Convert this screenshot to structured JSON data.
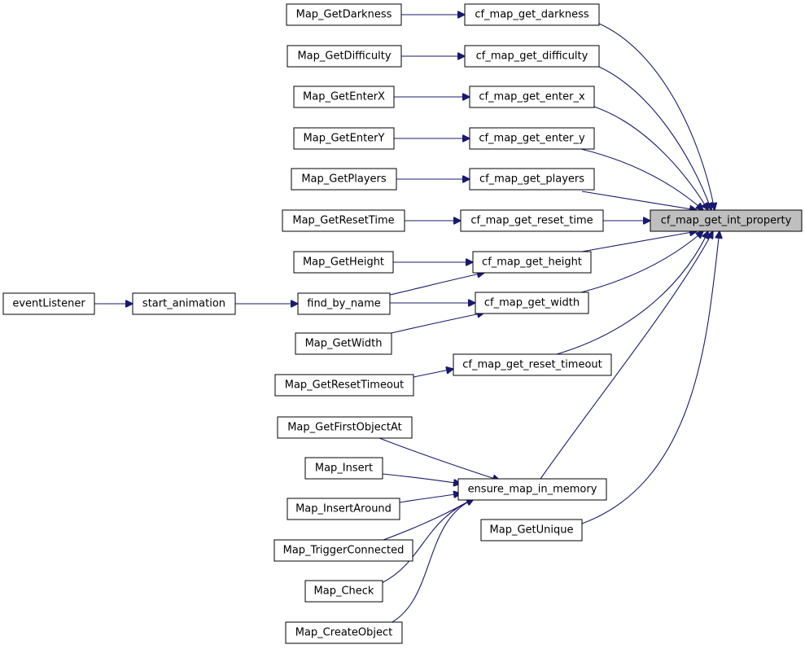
{
  "graph": {
    "root": "cf_map_get_int_property",
    "edge_color": "#191970",
    "root_fill": "#bfbfbf",
    "nodes": {
      "cf_map_get_int_property": "cf_map_get_int_property",
      "cf_map_get_darkness": "cf_map_get_darkness",
      "cf_map_get_difficulty": "cf_map_get_difficulty",
      "cf_map_get_enter_x": "cf_map_get_enter_x",
      "cf_map_get_enter_y": "cf_map_get_enter_y",
      "cf_map_get_players": "cf_map_get_players",
      "cf_map_get_reset_time": "cf_map_get_reset_time",
      "cf_map_get_height": "cf_map_get_height",
      "cf_map_get_width": "cf_map_get_width",
      "cf_map_get_reset_timeout": "cf_map_get_reset_timeout",
      "ensure_map_in_memory": "ensure_map_in_memory",
      "Map_GetUnique": "Map_GetUnique",
      "Map_GetDarkness": "Map_GetDarkness",
      "Map_GetDifficulty": "Map_GetDifficulty",
      "Map_GetEnterX": "Map_GetEnterX",
      "Map_GetEnterY": "Map_GetEnterY",
      "Map_GetPlayers": "Map_GetPlayers",
      "Map_GetResetTime": "Map_GetResetTime",
      "Map_GetHeight": "Map_GetHeight",
      "find_by_name": "find_by_name",
      "Map_GetWidth": "Map_GetWidth",
      "Map_GetResetTimeout": "Map_GetResetTimeout",
      "start_animation": "start_animation",
      "eventListener": "eventListener",
      "Map_GetFirstObjectAt": "Map_GetFirstObjectAt",
      "Map_Insert": "Map_Insert",
      "Map_InsertAround": "Map_InsertAround",
      "Map_TriggerConnected": "Map_TriggerConnected",
      "Map_Check": "Map_Check",
      "Map_CreateObject": "Map_CreateObject"
    },
    "edges": [
      [
        "Map_GetDarkness",
        "cf_map_get_darkness"
      ],
      [
        "Map_GetDifficulty",
        "cf_map_get_difficulty"
      ],
      [
        "Map_GetEnterX",
        "cf_map_get_enter_x"
      ],
      [
        "Map_GetEnterY",
        "cf_map_get_enter_y"
      ],
      [
        "Map_GetPlayers",
        "cf_map_get_players"
      ],
      [
        "Map_GetResetTime",
        "cf_map_get_reset_time"
      ],
      [
        "Map_GetHeight",
        "cf_map_get_height"
      ],
      [
        "find_by_name",
        "cf_map_get_height"
      ],
      [
        "find_by_name",
        "cf_map_get_width"
      ],
      [
        "Map_GetWidth",
        "cf_map_get_width"
      ],
      [
        "Map_GetResetTimeout",
        "cf_map_get_reset_timeout"
      ],
      [
        "start_animation",
        "find_by_name"
      ],
      [
        "eventListener",
        "start_animation"
      ],
      [
        "Map_GetFirstObjectAt",
        "ensure_map_in_memory"
      ],
      [
        "Map_Insert",
        "ensure_map_in_memory"
      ],
      [
        "Map_InsertAround",
        "ensure_map_in_memory"
      ],
      [
        "Map_TriggerConnected",
        "ensure_map_in_memory"
      ],
      [
        "Map_Check",
        "ensure_map_in_memory"
      ],
      [
        "Map_CreateObject",
        "ensure_map_in_memory"
      ],
      [
        "cf_map_get_darkness",
        "cf_map_get_int_property"
      ],
      [
        "cf_map_get_difficulty",
        "cf_map_get_int_property"
      ],
      [
        "cf_map_get_enter_x",
        "cf_map_get_int_property"
      ],
      [
        "cf_map_get_enter_y",
        "cf_map_get_int_property"
      ],
      [
        "cf_map_get_players",
        "cf_map_get_int_property"
      ],
      [
        "cf_map_get_reset_time",
        "cf_map_get_int_property"
      ],
      [
        "cf_map_get_height",
        "cf_map_get_int_property"
      ],
      [
        "cf_map_get_width",
        "cf_map_get_int_property"
      ],
      [
        "cf_map_get_reset_timeout",
        "cf_map_get_int_property"
      ],
      [
        "ensure_map_in_memory",
        "cf_map_get_int_property"
      ],
      [
        "Map_GetUnique",
        "cf_map_get_int_property"
      ]
    ]
  }
}
